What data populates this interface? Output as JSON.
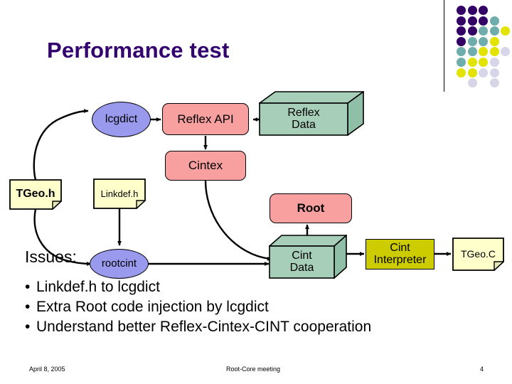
{
  "slide": {
    "title": "Performance test",
    "issues_label": "Issues:",
    "bullets": [
      "Linkdef.h to lcgdict",
      "Extra Root code injection by lcgdict",
      "Understand better Reflex-Cintex-CINT cooperation"
    ],
    "bullet_marker": "•"
  },
  "footer": {
    "date": "April 8, 2005",
    "event": "Root-Core meeting",
    "page": "4"
  },
  "diagram": {
    "nodes": {
      "lcgdict": {
        "label": "lcgdict",
        "shape": "ellipse",
        "fill": "#9999ee"
      },
      "reflex_api": {
        "label": "Reflex API",
        "shape": "rounded-rect",
        "fill": "#f8a0a0"
      },
      "reflex_data": {
        "label": "Reflex\nData",
        "shape": "box3d",
        "fill": "#a6ceb8"
      },
      "cintex": {
        "label": "Cintex",
        "shape": "rounded-rect",
        "fill": "#f8a0a0"
      },
      "tgeo_h": {
        "label": "TGeo.h",
        "shape": "document",
        "fill": "#ffffcc"
      },
      "linkdef_h": {
        "label": "Linkdef.h",
        "shape": "document",
        "fill": "#ffffcc"
      },
      "root": {
        "label": "Root",
        "shape": "rounded-rect",
        "fill": "#f8a0a0"
      },
      "rootcint": {
        "label": "rootcint",
        "shape": "ellipse",
        "fill": "#9999ee"
      },
      "cint_data": {
        "label": "Cint\nData",
        "shape": "box3d",
        "fill": "#a6ceb8"
      },
      "cint_interpreter": {
        "label": "Cint\nInterpreter",
        "shape": "rect",
        "fill": "#cccc00"
      },
      "tgeo_c": {
        "label": "TGeo.C",
        "shape": "document",
        "fill": "#ffffcc"
      }
    },
    "node_labels": {
      "reflex_data_line1": "Reflex",
      "reflex_data_line2": "Data",
      "cint_data_line1": "Cint",
      "cint_data_line2": "Data",
      "cint_interpreter_line1": "Cint",
      "cint_interpreter_line2": "Interpreter"
    },
    "edges": [
      {
        "from": "tgeo_h",
        "to": "lcgdict",
        "style": "curved"
      },
      {
        "from": "lcgdict",
        "to": "reflex_api",
        "style": "straight"
      },
      {
        "from": "reflex_api",
        "to": "reflex_data",
        "style": "bidirectional"
      },
      {
        "from": "reflex_api",
        "to": "cintex",
        "style": "straight"
      },
      {
        "from": "linkdef_h",
        "to": "rootcint",
        "style": "straight"
      },
      {
        "from": "tgeo_h",
        "to": "rootcint",
        "style": "curved"
      },
      {
        "from": "cintex",
        "to": "cint_data",
        "style": "curved"
      },
      {
        "from": "rootcint",
        "to": "cint_data",
        "style": "straight"
      },
      {
        "from": "cint_data",
        "to": "root",
        "style": "straight"
      },
      {
        "from": "cint_data",
        "to": "cint_interpreter",
        "style": "straight"
      },
      {
        "from": "cint_interpreter",
        "to": "tgeo_c",
        "style": "straight"
      }
    ]
  },
  "decoration": {
    "rule_color": "#000000",
    "palette": {
      "purple": "#330066",
      "teal": "#6fadad",
      "yellow": "#e3e300",
      "lavender": "#d6d6e8"
    },
    "dots": [
      {
        "c": 0,
        "r": 0,
        "color": "#330066"
      },
      {
        "c": 1,
        "r": 0,
        "color": "#330066"
      },
      {
        "c": 2,
        "r": 0,
        "color": "#330066"
      },
      {
        "c": 0,
        "r": 1,
        "color": "#330066"
      },
      {
        "c": 1,
        "r": 1,
        "color": "#330066"
      },
      {
        "c": 2,
        "r": 1,
        "color": "#330066"
      },
      {
        "c": 3,
        "r": 1,
        "color": "#6fadad"
      },
      {
        "c": 0,
        "r": 2,
        "color": "#330066"
      },
      {
        "c": 1,
        "r": 2,
        "color": "#330066"
      },
      {
        "c": 2,
        "r": 2,
        "color": "#6fadad"
      },
      {
        "c": 3,
        "r": 2,
        "color": "#6fadad"
      },
      {
        "c": 4,
        "r": 2,
        "color": "#e3e300"
      },
      {
        "c": 0,
        "r": 3,
        "color": "#330066"
      },
      {
        "c": 1,
        "r": 3,
        "color": "#6fadad"
      },
      {
        "c": 2,
        "r": 3,
        "color": "#6fadad"
      },
      {
        "c": 3,
        "r": 3,
        "color": "#e3e300"
      },
      {
        "c": 0,
        "r": 4,
        "color": "#6fadad"
      },
      {
        "c": 1,
        "r": 4,
        "color": "#6fadad"
      },
      {
        "c": 2,
        "r": 4,
        "color": "#e3e300"
      },
      {
        "c": 3,
        "r": 4,
        "color": "#e3e300"
      },
      {
        "c": 4,
        "r": 4,
        "color": "#d6d6e8"
      },
      {
        "c": 0,
        "r": 5,
        "color": "#6fadad"
      },
      {
        "c": 1,
        "r": 5,
        "color": "#e3e300"
      },
      {
        "c": 2,
        "r": 5,
        "color": "#e3e300"
      },
      {
        "c": 3,
        "r": 5,
        "color": "#d6d6e8"
      },
      {
        "c": 0,
        "r": 6,
        "color": "#e3e300"
      },
      {
        "c": 1,
        "r": 6,
        "color": "#e3e300"
      },
      {
        "c": 2,
        "r": 6,
        "color": "#d6d6e8"
      },
      {
        "c": 3,
        "r": 6,
        "color": "#d6d6e8"
      },
      {
        "c": 1,
        "r": 7,
        "color": "#d6d6e8"
      },
      {
        "c": 3,
        "r": 7,
        "color": "#d6d6e8"
      }
    ]
  }
}
